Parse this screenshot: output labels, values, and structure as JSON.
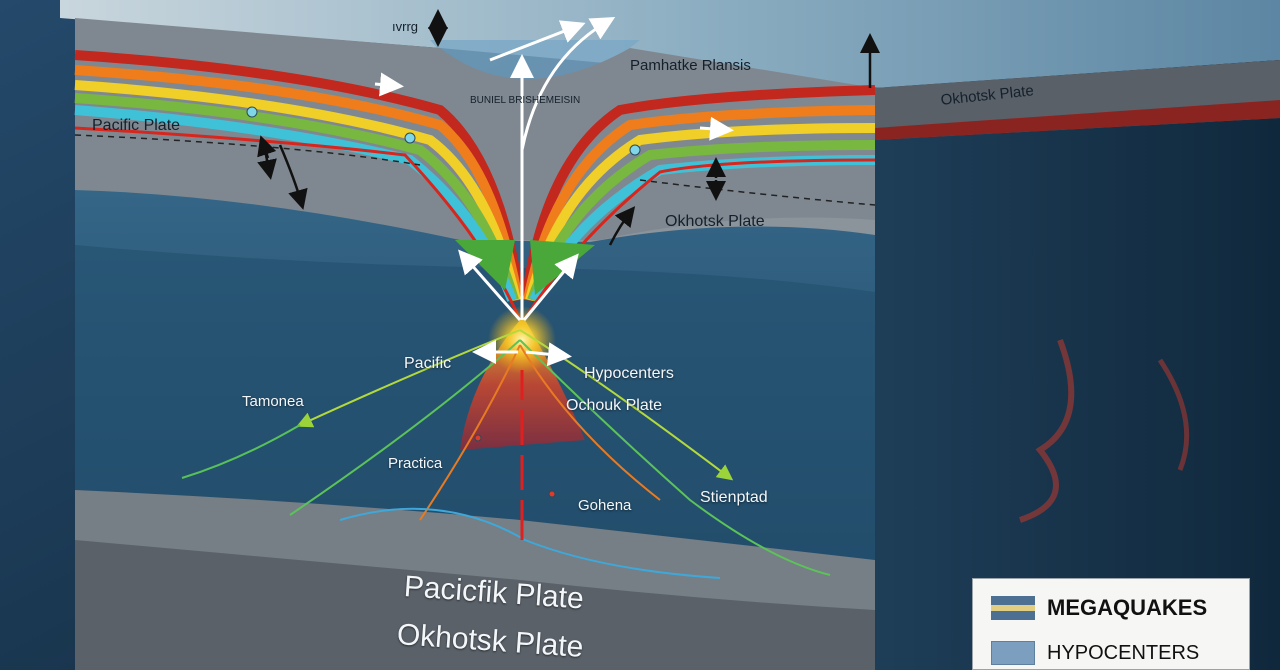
{
  "labels": {
    "top_left_tag": "ıvrrg",
    "top_right_region": "Pamhatke Rlansis",
    "trench_label": "BUNIEL BRISHEMEISIN",
    "right_face_plate": "Okhotsk Plate",
    "left_plate_upper": "Pacific Plate",
    "right_plate_mid": "Okhotsk Plate",
    "center_left": "Pacific",
    "hypocenters": "Hypocenters",
    "center_right": "Ochouk Plate",
    "far_left": "Tamonea",
    "lower_left": "Practica",
    "lower_center": "Gohena",
    "lower_right": "Stienptad",
    "bottom_upper": "Pacicfik Plate",
    "bottom_lower": "Okhotsk Plate"
  },
  "legend": {
    "items": [
      {
        "label": "MEGAQUAKES",
        "color": "#4d6f92"
      },
      {
        "label": "HYPOCENTERS",
        "color": "#7d9fbf"
      }
    ]
  },
  "colors": {
    "ocean": "#1d3a55",
    "crust_gray": "#8a929a",
    "mantle_blue": "#2c5878",
    "hot_red": "#d7261e",
    "warm_orange": "#f08a1c",
    "yellow": "#f2d024",
    "green": "#6ab43a",
    "cyan": "#3fc6dc"
  }
}
